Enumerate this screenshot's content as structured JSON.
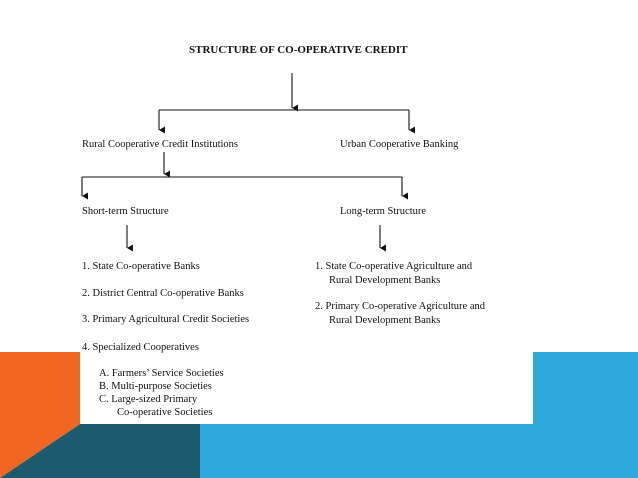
{
  "colors": {
    "orange": "#F26522",
    "blue": "#2FA8DC",
    "dark_teal": "#1C5B6E",
    "line": "#111111"
  },
  "diagram": {
    "title": "STRUCTURE OF CO-OPERATIVE CREDIT",
    "rural": "Rural Cooperative Credit Institutions",
    "urban": "Urban Cooperative Banking",
    "short_term": "Short-term Structure",
    "long_term": "Long-term Structure",
    "short_items": [
      "1. State Co-operative Banks",
      "2. District Central Co-operative Banks",
      "3. Primary Agricultural Credit Societies",
      "4. Specialized Cooperatives"
    ],
    "specialized": [
      "A.  Farmers’ Service Societies",
      "B.  Multi-purpose Societies",
      "C.  Large-sized Primary",
      "Co-operative Societies"
    ],
    "long_items": [
      "1. State Co-operative Agriculture and",
      "Rural Development Banks",
      "2.  Primary Co-operative Agriculture and",
      "Rural Development Banks"
    ]
  }
}
